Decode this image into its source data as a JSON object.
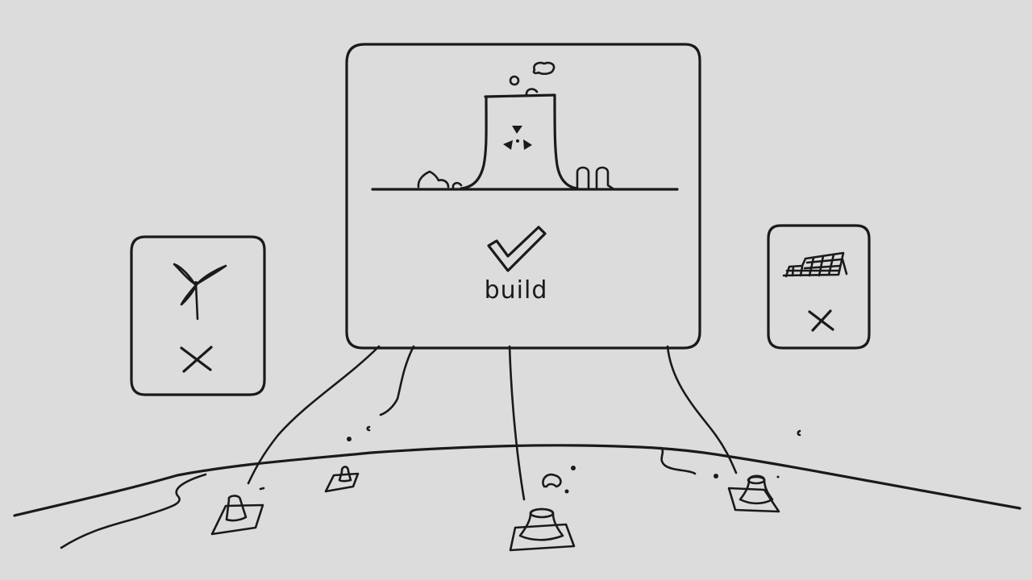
{
  "scene": {
    "background_color": "#dcdcdc",
    "ink_color": "#1a1a1a"
  },
  "main_card": {
    "subject": "nuclear-power-plant",
    "status": "approved",
    "status_icon": "checkmark",
    "label": "build"
  },
  "side_cards": [
    {
      "subject": "wind-turbine",
      "status": "rejected",
      "status_icon": "x-mark"
    },
    {
      "subject": "solar-panel",
      "status": "rejected",
      "status_icon": "x-mark"
    }
  ],
  "ground": {
    "sites": [
      {
        "subject": "cooling-tower-small"
      },
      {
        "subject": "cooling-tower-tiny"
      },
      {
        "subject": "cooling-tower-center"
      },
      {
        "subject": "cooling-tower-right"
      }
    ]
  }
}
